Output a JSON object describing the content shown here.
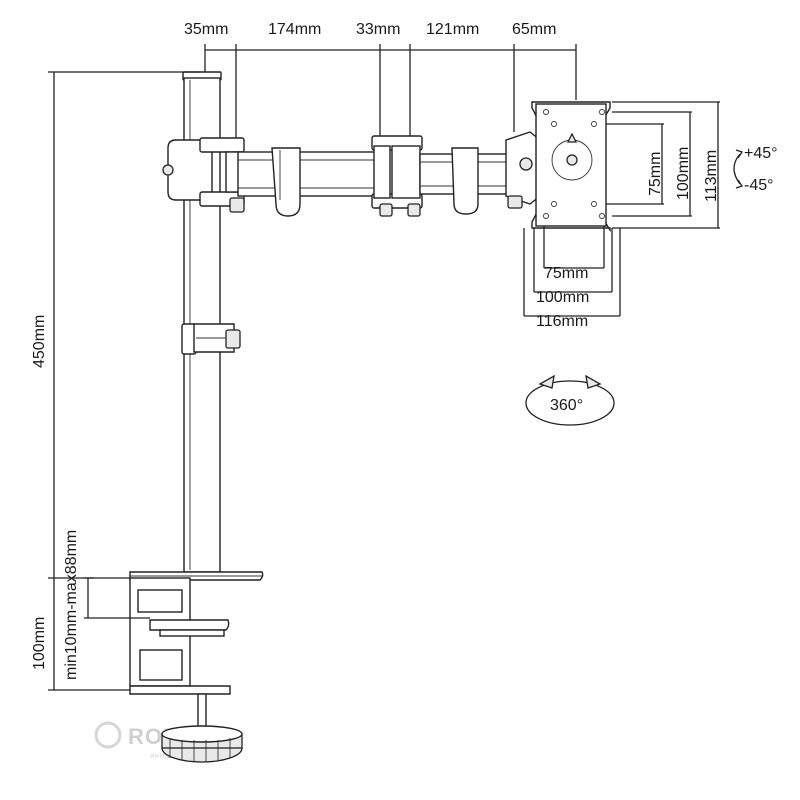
{
  "dimensions": {
    "top": [
      "35mm",
      "174mm",
      "33mm",
      "121mm",
      "65mm"
    ],
    "pole_height": "450mm",
    "clamp_height": "100mm",
    "clamp_range": "min10mm-max88mm",
    "vesa_width": [
      "75mm",
      "100mm",
      "116mm"
    ],
    "vesa_height": [
      "75mm",
      "100mm",
      "113mm"
    ],
    "tilt_up": "+45°",
    "tilt_down": "-45°",
    "rotation": "360°"
  },
  "watermark": {
    "brand": "ROZETKA",
    "tagline": "интернет-супермаркет"
  }
}
